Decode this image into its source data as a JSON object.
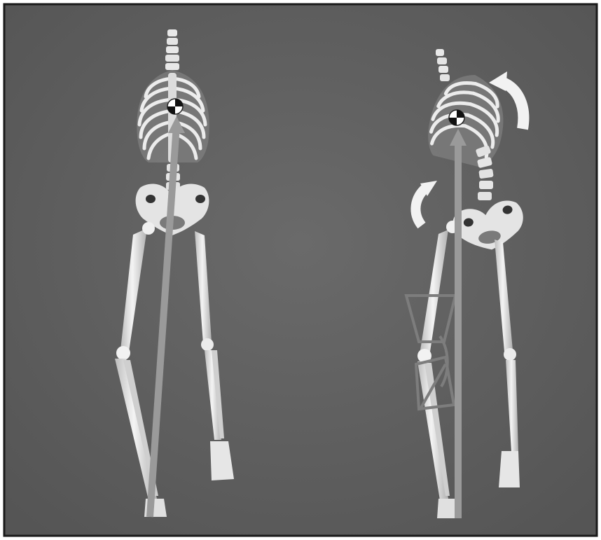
{
  "figure": {
    "panels": [
      {
        "id": "left",
        "description_key": "neutral-stance"
      },
      {
        "id": "right",
        "description_key": "compensated-stance"
      }
    ],
    "icons": [
      "center-of-mass-icon",
      "rotation-arrow-icon",
      "force-vector-arrow-icon"
    ],
    "colors": {
      "background": "#5e5e5e",
      "border": "#1a1a1a",
      "bone": "#e6e6e6",
      "bone_shadow": "#a8a8a8",
      "force_line": "#9a9a9a",
      "rotation_arrow": "#f2f2f2",
      "highlight_box": "#7a7a7a"
    }
  }
}
